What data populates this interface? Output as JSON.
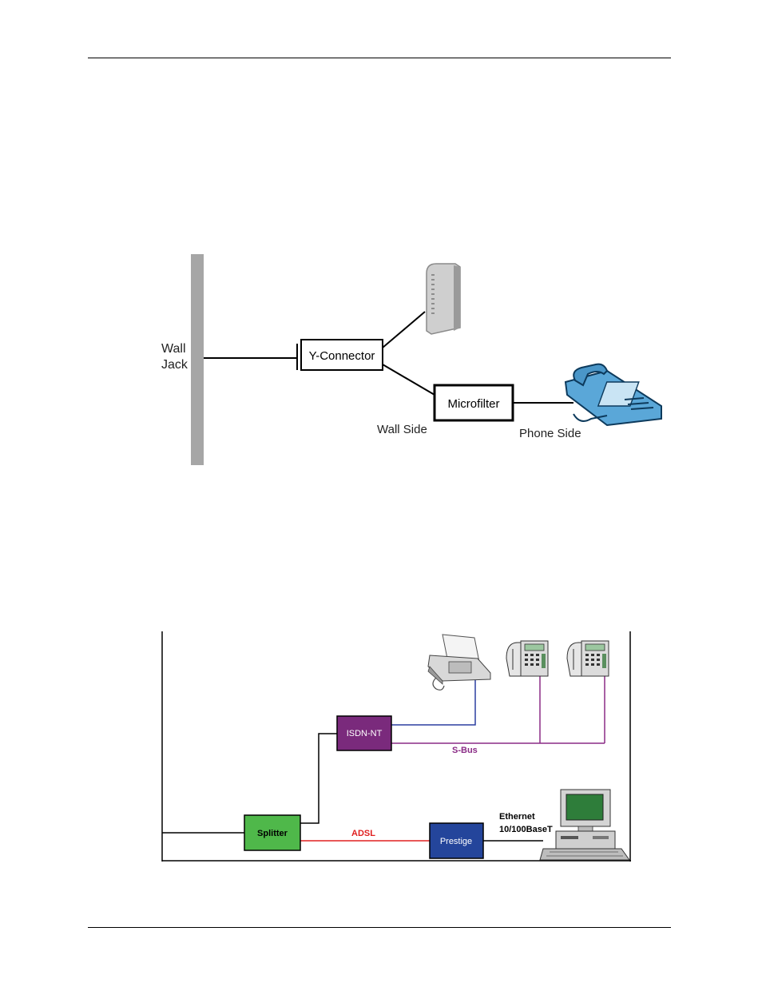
{
  "figure1": {
    "wall_jack": "Wall\nJack",
    "y_connector": "Y-Connector",
    "microfilter": "Microfilter",
    "wall_side": "Wall Side",
    "phone_side": "Phone Side"
  },
  "figure2": {
    "isdn_nt": "ISDN-NT",
    "s_bus": "S-Bus",
    "splitter": "Splitter",
    "adsl": "ADSL",
    "prestige": "Prestige",
    "ethernet_line1": "Ethernet",
    "ethernet_line2": "10/100BaseT"
  }
}
